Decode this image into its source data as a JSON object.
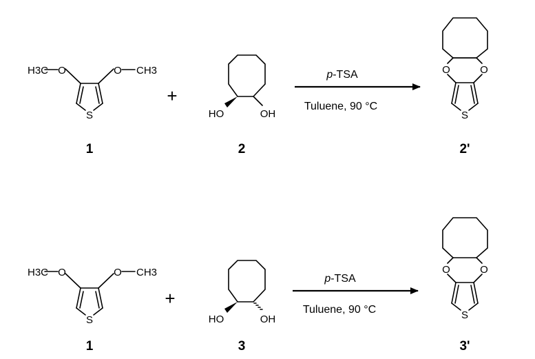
{
  "reactions": [
    {
      "reactant1": {
        "left_group": "H3C",
        "right_group": "CH3",
        "o_left": "O",
        "o_right": "O",
        "s": "S",
        "label": "1"
      },
      "plus": "+",
      "reactant2": {
        "oh_left": "HO",
        "oh_right": "OH",
        "label": "2"
      },
      "conditions": {
        "reagent_prefix": "p",
        "reagent_rest": "-TSA",
        "solvent": "Tuluene, 90 °C"
      },
      "product": {
        "o_left": "O",
        "o_right": "O",
        "s": "S",
        "label": "2'"
      }
    },
    {
      "reactant1": {
        "left_group": "H3C",
        "right_group": "CH3",
        "o_left": "O",
        "o_right": "O",
        "s": "S",
        "label": "1"
      },
      "plus": "+",
      "reactant2": {
        "oh_left": "HO",
        "oh_right": "OH",
        "label": "3"
      },
      "conditions": {
        "reagent_prefix": "p",
        "reagent_rest": "-TSA",
        "solvent": "Tuluene, 90 °C"
      },
      "product": {
        "o_left": "O",
        "o_right": "O",
        "s": "S",
        "label": "3'"
      }
    }
  ]
}
